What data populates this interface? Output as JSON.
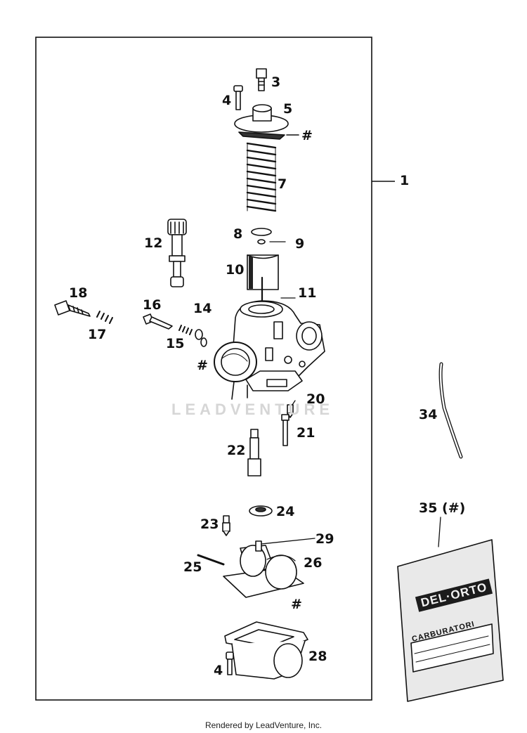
{
  "callouts": {
    "c1": "1",
    "c3": "3",
    "c4a": "4",
    "c5": "5",
    "c_hash1": "#",
    "c7": "7",
    "c8": "8",
    "c9": "9",
    "c10": "10",
    "c11": "11",
    "c12": "12",
    "c14": "14",
    "c15": "15",
    "c16": "16",
    "c17": "17",
    "c18": "18",
    "c_hash2": "#",
    "c20": "20",
    "c21": "21",
    "c22": "22",
    "c23": "23",
    "c24": "24",
    "c25": "25",
    "c26": "26",
    "c29": "29",
    "c_hash3": "#",
    "c28": "28",
    "c4b": "4",
    "c34": "34",
    "c35": "35 (#)"
  },
  "watermark": "LEADVENTURE",
  "gasket_bag": {
    "brand": "DEL·ORTO",
    "label": "CARBURATORI"
  },
  "footer": "Rendered by LeadVenture, Inc."
}
